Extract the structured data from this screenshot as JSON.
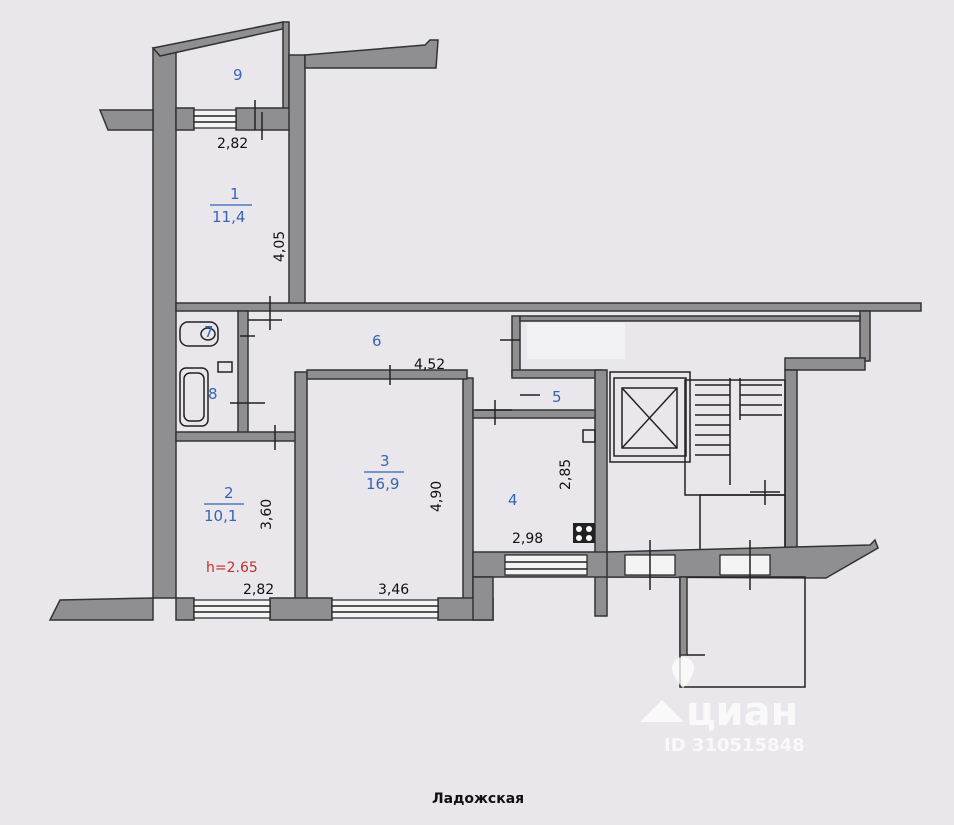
{
  "rooms": {
    "r1": {
      "num": "1",
      "area": "11,4"
    },
    "r2": {
      "num": "2",
      "area": "10,1"
    },
    "r3": {
      "num": "3",
      "area": "16,9"
    },
    "r4": {
      "num": "4"
    },
    "r5": {
      "num": "5"
    },
    "r6": {
      "num": "6"
    },
    "r7": {
      "num": "7"
    },
    "r8": {
      "num": "8"
    },
    "r9": {
      "num": "9"
    }
  },
  "dimensions": {
    "d_r9_width": "2,82",
    "d_r1_length": "4,05",
    "d_corridor": "4,52",
    "d_r3_length": "4,90",
    "d_r3_width": "3,46",
    "d_r2_length": "3,60",
    "d_r2_width": "2,82",
    "d_r4_length": "2,85",
    "d_r4_width": "2,98"
  },
  "ceiling_height": "h=2.65",
  "street": "Ладожская",
  "watermark": {
    "brand": "циан",
    "id": "ID 310515848"
  },
  "colors": {
    "room_label": "#3565b5",
    "height_label": "#c0302c",
    "wall": "#8f8f92",
    "background": "#e9e6ec"
  }
}
